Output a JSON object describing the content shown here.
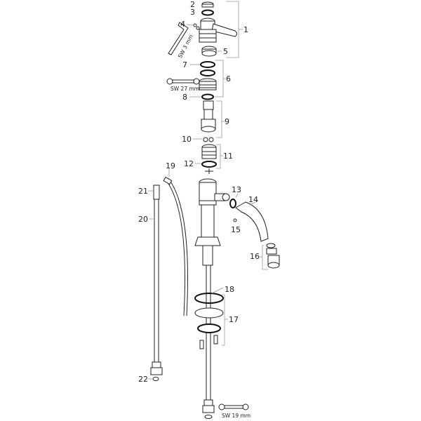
{
  "diagram": {
    "type": "exploded-parts-diagram",
    "subject": "single-lever faucet spare parts",
    "parts": [
      {
        "number": "1",
        "label": "1"
      },
      {
        "number": "2",
        "label": "2"
      },
      {
        "number": "3",
        "label": "3"
      },
      {
        "number": "4",
        "label": "4"
      },
      {
        "number": "5",
        "label": "5"
      },
      {
        "number": "6",
        "label": "6"
      },
      {
        "number": "7",
        "label": "7"
      },
      {
        "number": "8",
        "label": "8"
      },
      {
        "number": "9",
        "label": "9"
      },
      {
        "number": "10",
        "label": "10"
      },
      {
        "number": "11",
        "label": "11"
      },
      {
        "number": "12",
        "label": "12"
      },
      {
        "number": "13",
        "label": "13"
      },
      {
        "number": "14",
        "label": "14"
      },
      {
        "number": "15",
        "label": "15"
      },
      {
        "number": "16",
        "label": "16"
      },
      {
        "number": "17",
        "label": "17"
      },
      {
        "number": "18",
        "label": "18"
      },
      {
        "number": "19",
        "label": "19"
      },
      {
        "number": "20",
        "label": "20"
      },
      {
        "number": "21",
        "label": "21"
      },
      {
        "number": "22",
        "label": "22"
      }
    ],
    "tools": [
      {
        "name": "hex-key",
        "label": "SW 3 mm"
      },
      {
        "name": "wrench-27",
        "label": "SW 27 mm"
      },
      {
        "name": "wrench-19",
        "label": "SW 19 mm"
      }
    ]
  }
}
